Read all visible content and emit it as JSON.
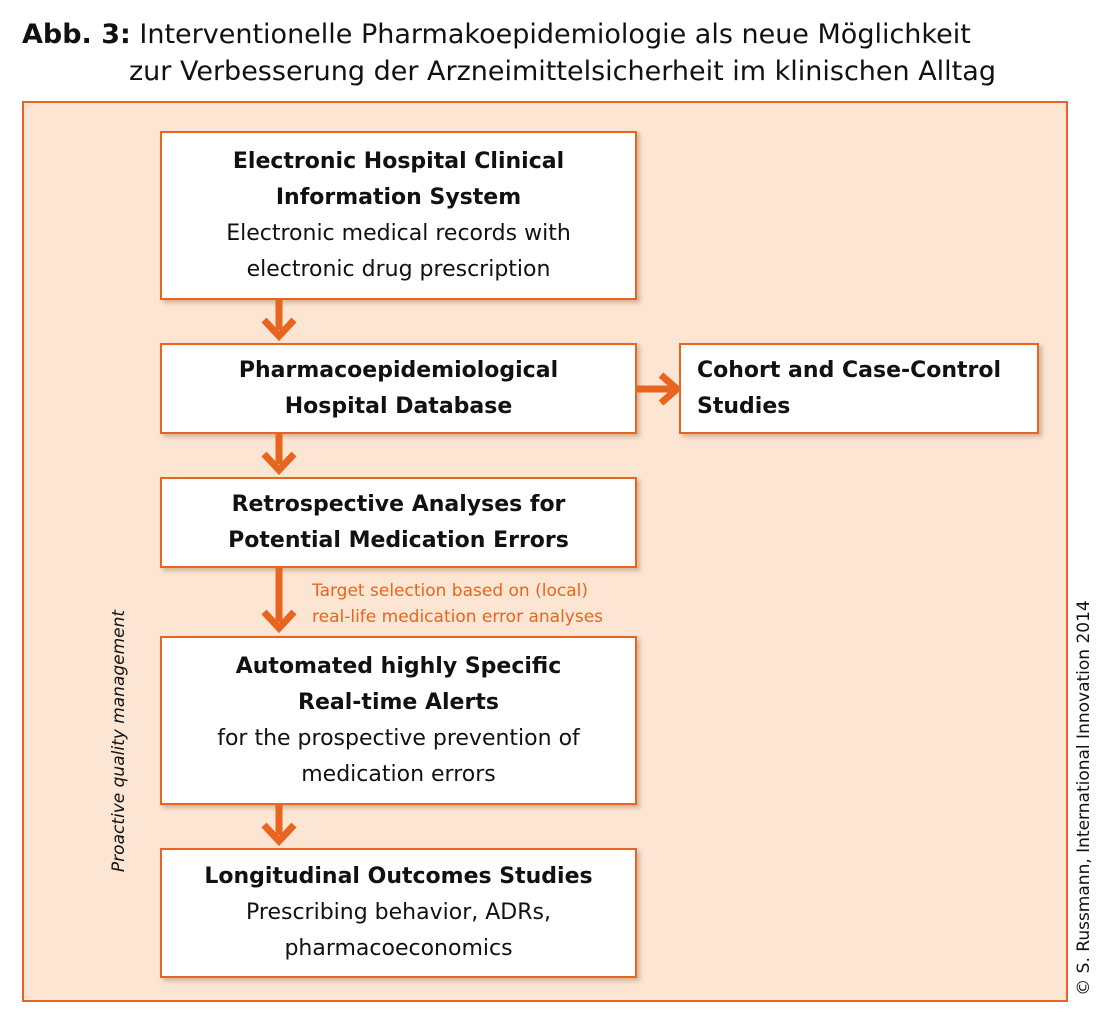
{
  "figure": {
    "label": "Abb. 3:",
    "title_line1": "Interventionelle Pharmakoepidemiologie als neue Möglichkeit",
    "title_line2": "zur Verbesserung der Arzneimittelsicherheit im klinischen Alltag"
  },
  "boxes": {
    "clinical_system": {
      "title_line1": "Electronic Hospital Clinical",
      "title_line2": "Information System",
      "text_line1": "Electronic medical records with",
      "text_line2": "electronic drug prescription"
    },
    "database": {
      "title_line1": "Pharmacoepidemiological",
      "title_line2": "Hospital Database"
    },
    "cohort": {
      "title_line1": "Cohort and Case-Control",
      "title_line2": "Studies"
    },
    "retrospective": {
      "title_line1": "Retrospective Analyses for",
      "title_line2": "Potential Medication Errors"
    },
    "alerts": {
      "title_line1": "Automated highly Specific",
      "title_line2": "Real-time Alerts",
      "text_line1": "for the prospective prevention of",
      "text_line2": "medication errors"
    },
    "outcomes": {
      "title_line1": "Longitudinal Outcomes Studies",
      "text_line1": "Prescribing behavior, ADRs,",
      "text_line2": "pharmacoeconomics"
    }
  },
  "annotation": {
    "line1": "Target selection based on (local)",
    "line2": "real-life medication error analyses"
  },
  "side_label": "Proactive quality management",
  "credit": "© S. Russmann, International Innovation 2014",
  "colors": {
    "accent": "#e8651f",
    "background_fill": "#fce5d3",
    "box_fill": "#ffffff"
  }
}
